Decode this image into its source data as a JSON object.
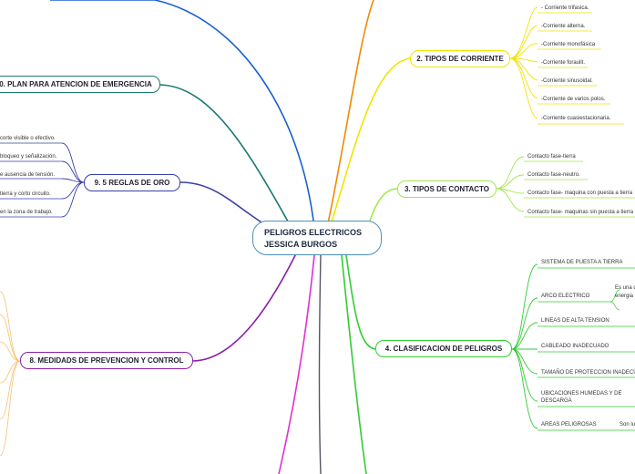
{
  "central": {
    "line1": "PELIGROS ELECTRICOS",
    "line2": "JESSICA BURGOS"
  },
  "branches": {
    "b2": {
      "label": "2. TIPOS DE CORRIENTE",
      "color": "#f2e300",
      "leaves": [
        "- Corriente trifasica.",
        "-Corriente alterna.",
        "-Corriente monofásica",
        "-Corriente foraulit.",
        "-Corriente sinusoidal.",
        "-Corriente de varios polos.",
        "-Corriente cuasiestacionaria."
      ]
    },
    "b3": {
      "label": "3. TIPOS DE CONTACTO",
      "color": "#9fe84a",
      "leaves": [
        "Contacto fase-tierra",
        "Contacto fase-neutro.",
        "Contacto fase- maquina con puesta a tierra",
        "Contacto fase- maquinas sin puesta a tierra"
      ]
    },
    "b4": {
      "label": "4. CLASIFICACION DE PELIGROS",
      "color": "#33cc33",
      "leaves": [
        "SISTEMA DE PUESTA A TIERRA",
        "ARCO ELECTRICO",
        "LINEAS DE ALTA TENSION",
        "CABLEADO INADECUADO",
        "TAMAÑO DE PROTECCION INADECUADA",
        "UBICACIONES HUMEDAS Y DE",
        "DESCARGA",
        "AREAS PELIGROSAS"
      ],
      "sub": {
        "arco_1": "Es una d",
        "arco_2": "energia",
        "areas": "Son lu"
      }
    },
    "b8": {
      "label": "8. MEDIDADS DE PREVENCION Y CONTROL",
      "color": "#8a1fa8"
    },
    "b9": {
      "label": "9. 5 REGLAS DE ORO",
      "color": "#3a3fa8",
      "leaves": [
        "corte visible o efectivo.",
        "bloqueo y señalización.",
        "e ausencia de tensión.",
        "tierra y corto circuito.",
        "en la zona de trabajo."
      ]
    },
    "b10": {
      "label": "0. PLAN PARA ATENCION DE EMERGENCIA",
      "color": "#1a7a70"
    }
  },
  "colors": {
    "top": "#1a5fd0",
    "orange": "#f08a00",
    "magenta": "#e030d0",
    "b8_leaves": "#f7c070",
    "bottom_green": "#33cc33"
  }
}
